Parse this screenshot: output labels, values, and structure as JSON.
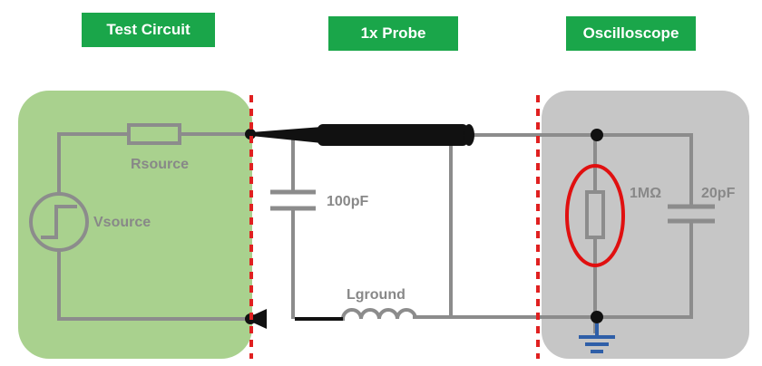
{
  "headers": {
    "test_circuit": "Test Circuit",
    "probe": "1x Probe",
    "oscilloscope": "Oscilloscope"
  },
  "labels": {
    "rsource": "Rsource",
    "vsource": "Vsource",
    "cap_probe": "100pF",
    "lground": "Lground",
    "r_scope": "1MΩ",
    "cap_scope": "20pF"
  },
  "colors": {
    "header_green": "#1aa64a",
    "test_circuit_bg": "#a9d18e",
    "oscilloscope_bg": "#c6c6c6",
    "wire": "#8c8c8c",
    "boundary": "#e02020",
    "highlight": "#e01010",
    "ground": "#2f5fa8",
    "probe_body": "#111111"
  }
}
